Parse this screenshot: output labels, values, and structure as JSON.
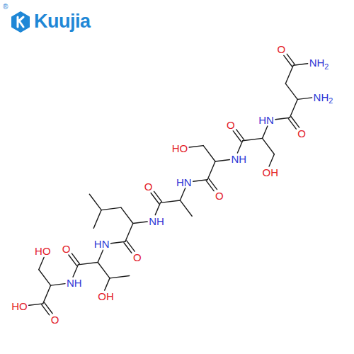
{
  "diagram": {
    "labels": [
      "Kuujia",
      "®",
      "NH2",
      "O",
      "NH2",
      "O",
      "HN",
      "OH",
      "O",
      "NH",
      "HO",
      "O",
      "HN",
      "O",
      "NH",
      "O",
      "HN",
      "OH",
      "O",
      "NH",
      "HO",
      "HO",
      "O"
    ]
  }
}
